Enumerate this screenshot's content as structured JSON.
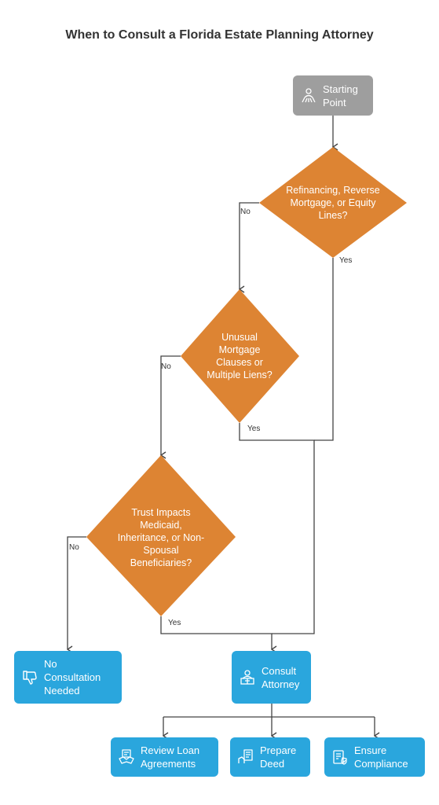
{
  "title": "When to Consult a Florida Estate Planning Attorney",
  "colors": {
    "start": "#9e9e9e",
    "decision": "#dd8433",
    "action": "#2aa6dd",
    "line": "#444444"
  },
  "nodes": {
    "start": {
      "label": "Starting Point",
      "icon": "person-icon"
    },
    "q1": {
      "label": "Refinancing, Reverse Mortgage, or Equity Lines?"
    },
    "q2": {
      "label": "Unusual Mortgage Clauses or Multiple Liens?"
    },
    "q3": {
      "label": "Trust Impacts Medicaid, Inheritance, or Non-Spousal Beneficiaries?"
    },
    "no_consult": {
      "label": "No Consultation Needed",
      "icon": "thumbs-down-icon"
    },
    "consult": {
      "label": "Consult Attorney",
      "icon": "lawyer-desk-icon"
    },
    "review": {
      "label": "Review Loan Agreements",
      "icon": "handshake-icon"
    },
    "deed": {
      "label": "Prepare Deed",
      "icon": "document-hand-icon"
    },
    "compliance": {
      "label": "Ensure Compliance",
      "icon": "checklist-shield-icon"
    }
  },
  "edges": {
    "q1_no": "No",
    "q1_yes": "Yes",
    "q2_no": "No",
    "q2_yes": "Yes",
    "q3_no": "No",
    "q3_yes": "Yes"
  }
}
